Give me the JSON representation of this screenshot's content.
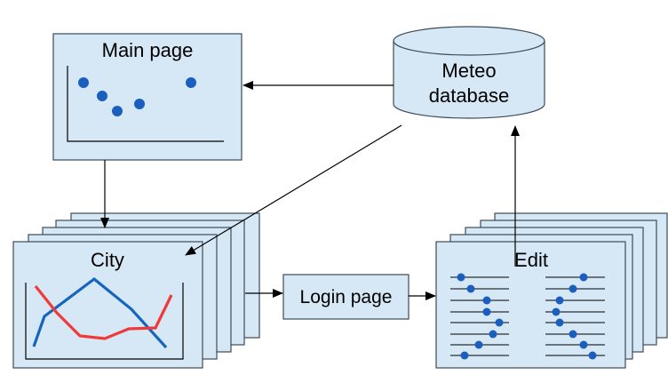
{
  "nodes": {
    "main_page": {
      "label": "Main page"
    },
    "meteo_db": {
      "label_lines": [
        "Meteo",
        "database"
      ]
    },
    "city": {
      "label": "City"
    },
    "login": {
      "label": "Login page"
    },
    "edit": {
      "label": "Edit"
    }
  },
  "colors": {
    "box_fill": "#d6e8f5",
    "box_stroke": "#3d4a57",
    "dot": "#1a5fbf",
    "line_blue": "#1565c0",
    "line_red": "#ef3a3a"
  },
  "edges": [
    {
      "from": "meteo_db",
      "to": "main_page"
    },
    {
      "from": "main_page",
      "to": "city"
    },
    {
      "from": "meteo_db",
      "to": "city"
    },
    {
      "from": "city",
      "to": "login"
    },
    {
      "from": "login",
      "to": "edit"
    },
    {
      "from": "edit",
      "to": "meteo_db"
    }
  ]
}
